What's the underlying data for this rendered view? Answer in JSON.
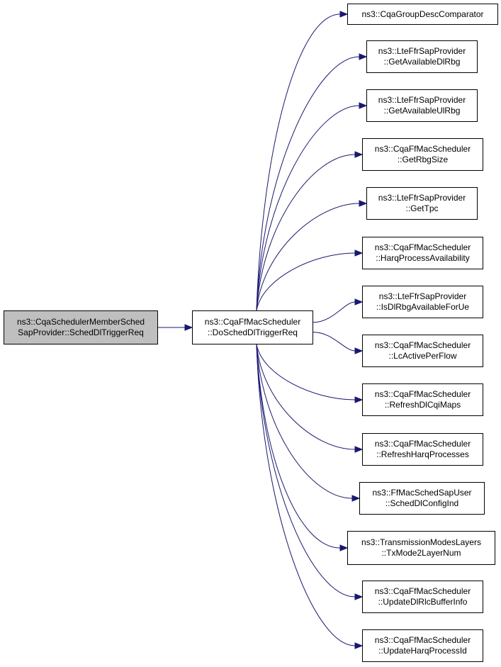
{
  "colors": {
    "edge": "#191970",
    "node_border": "#000000",
    "node_fill": "#ffffff",
    "root_fill": "#bfbfbf"
  },
  "nodes": {
    "caller": {
      "line1": "ns3::CqaSchedulerMemberSched",
      "line2": "SapProvider::SchedDlTriggerReq"
    },
    "function": {
      "line1": "ns3::CqaFfMacScheduler",
      "line2": "::DoSchedDlTriggerReq"
    },
    "callees": [
      {
        "line1": "ns3::CqaGroupDescComparator",
        "line2": ""
      },
      {
        "line1": "ns3::LteFfrSapProvider",
        "line2": "::GetAvailableDlRbg"
      },
      {
        "line1": "ns3::LteFfrSapProvider",
        "line2": "::GetAvailableUlRbg"
      },
      {
        "line1": "ns3::CqaFfMacScheduler",
        "line2": "::GetRbgSize"
      },
      {
        "line1": "ns3::LteFfrSapProvider",
        "line2": "::GetTpc"
      },
      {
        "line1": "ns3::CqaFfMacScheduler",
        "line2": "::HarqProcessAvailability"
      },
      {
        "line1": "ns3::LteFfrSapProvider",
        "line2": "::IsDlRbgAvailableForUe"
      },
      {
        "line1": "ns3::CqaFfMacScheduler",
        "line2": "::LcActivePerFlow"
      },
      {
        "line1": "ns3::CqaFfMacScheduler",
        "line2": "::RefreshDlCqiMaps"
      },
      {
        "line1": "ns3::CqaFfMacScheduler",
        "line2": "::RefreshHarqProcesses"
      },
      {
        "line1": "ns3::FfMacSchedSapUser",
        "line2": "::SchedDlConfigInd"
      },
      {
        "line1": "ns3::TransmissionModesLayers",
        "line2": "::TxMode2LayerNum"
      },
      {
        "line1": "ns3::CqaFfMacScheduler",
        "line2": "::UpdateDlRlcBufferInfo"
      },
      {
        "line1": "ns3::CqaFfMacScheduler",
        "line2": "::UpdateHarqProcessId"
      }
    ]
  }
}
